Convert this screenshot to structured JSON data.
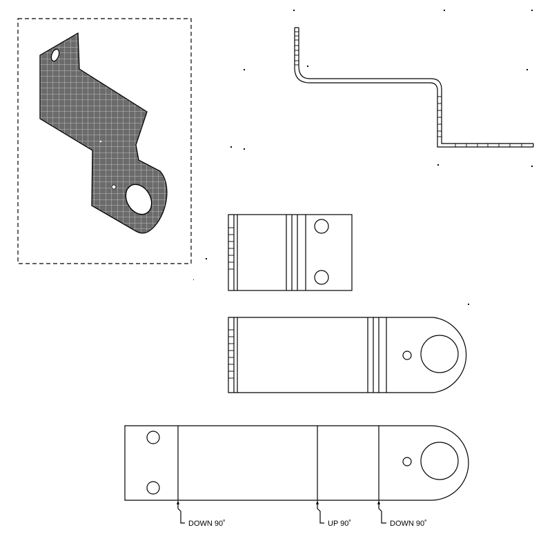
{
  "bend_notes": [
    {
      "direction": "DOWN",
      "angle": "90°",
      "text": "DOWN 90˚"
    },
    {
      "direction": "UP",
      "angle": "90°",
      "text": "UP 90˚"
    },
    {
      "direction": "DOWN",
      "angle": "90°",
      "text": "DOWN 90˚"
    }
  ],
  "colors": {
    "line": "#000000",
    "part_fill": "#6b6b6b",
    "grid": "#d8d8d8",
    "background": "#ffffff"
  }
}
